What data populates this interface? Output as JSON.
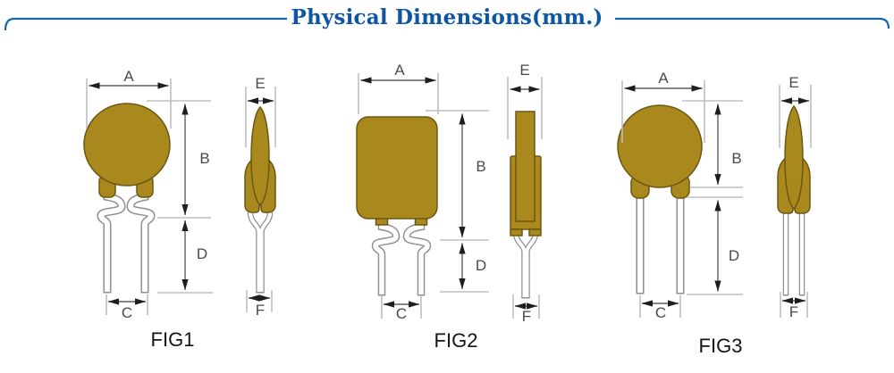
{
  "header": {
    "title": "Physical Dimensions(mm.)"
  },
  "figures": [
    {
      "caption": "FIG1",
      "dims": {
        "A": "A",
        "B": "B",
        "C": "C",
        "D": "D",
        "E": "E",
        "F": "F"
      }
    },
    {
      "caption": "FIG2",
      "dims": {
        "A": "A",
        "B": "B",
        "C": "C",
        "D": "D",
        "E": "E",
        "F": "F"
      }
    },
    {
      "caption": "FIG3",
      "dims": {
        "A": "A",
        "B": "B",
        "C": "C",
        "D": "D",
        "E": "E",
        "F": "F"
      }
    }
  ],
  "colors": {
    "title_accent": "#0d55a6",
    "component_body": "#a9891e",
    "component_outline": "#6b5711",
    "lead_fill": "#ffffff",
    "lead_outline": "#8f8f8f",
    "dimension_line": "#5f5f5f",
    "arrowhead": "#1e1e1e",
    "extension_line": "#c0c0c0",
    "dim_label": "#4a4a4a",
    "caption": "#141414"
  }
}
